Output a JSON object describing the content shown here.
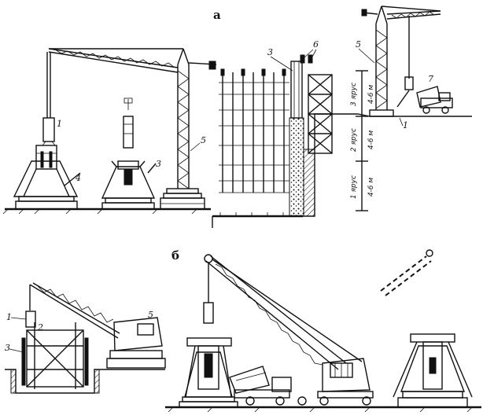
{
  "panels": {
    "a": "а",
    "b": "б"
  },
  "labels_a": {
    "n1_left": "1",
    "n4": "4",
    "n3_left": "3",
    "n5_left": "5",
    "n3_right": "3",
    "n6": "6",
    "n5_right": "5",
    "n7": "7",
    "n1_right": "1"
  },
  "tiers": [
    {
      "name": "3 ярус",
      "height": "4-6 м"
    },
    {
      "name": "2 ярус",
      "height": "4-6 м"
    },
    {
      "name": "1 ярус",
      "height": "4-6 м"
    }
  ],
  "labels_b": {
    "n1": "1",
    "n2": "2",
    "n3": "3",
    "n5": "5"
  },
  "colors": {
    "ink": "#111111",
    "paper": "#ffffff"
  }
}
